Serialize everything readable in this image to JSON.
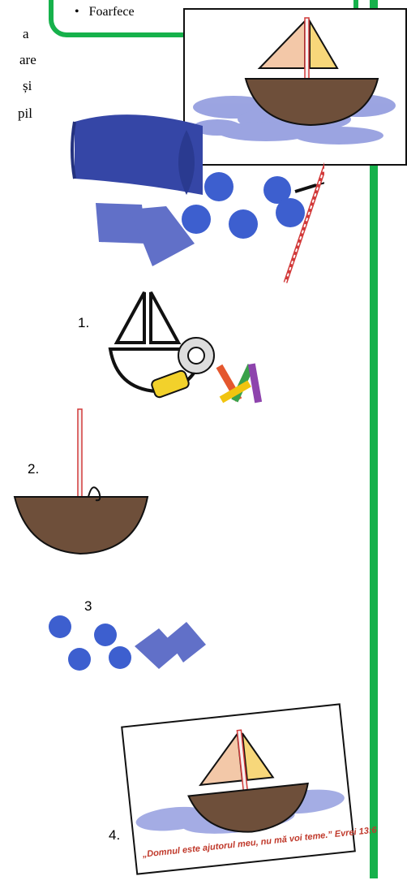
{
  "left_text_fragments": [
    "a",
    "are",
    "și",
    "pil"
  ],
  "materials": {
    "bullet": "•",
    "item": "Foarfece"
  },
  "steps": {
    "s1": "1.",
    "s2": "2.",
    "s3": "3",
    "s4": "4."
  },
  "final_card": {
    "verse": "„Domnul este ajutorul meu, nu mă voi teme.” Evrei 13:6"
  },
  "colors": {
    "accent_green": "#16b14b",
    "crepe_blue": "#3546a6",
    "paper_purple": "#6170c8",
    "sail_peach": "#f3c8a8",
    "sail_yellow": "#f7d77a",
    "hull_brown": "#6e4f3a",
    "straw_red": "#d23a3a"
  },
  "icons": [
    "scissors-icon",
    "tape-dispenser-icon",
    "glue-stick-icon",
    "crayons-icon",
    "sailboat-outline-icon"
  ]
}
